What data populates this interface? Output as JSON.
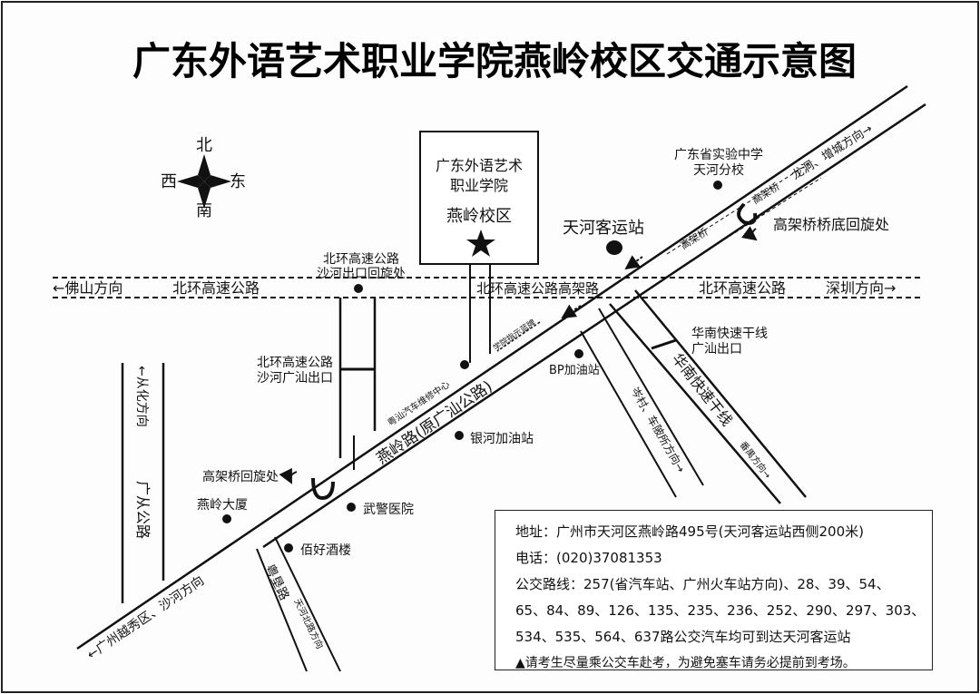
{
  "title": "广东外语艺术职业学院燕岭校区交通示意图",
  "compass": {
    "north": "北",
    "south": "南",
    "east": "东",
    "west": "西"
  },
  "campus": {
    "name_line1": "广东外语艺术",
    "name_line2": "职业学院",
    "campus_name": "燕岭校区"
  },
  "labels": {
    "foshan_dir": "←佛山方向",
    "beihuan_west": "北环高速公路",
    "beihuan_viaduct": "北环高速公路高架路",
    "beihuan_east": "北环高速公路",
    "shenzhen_dir": "深圳方向→",
    "shahe_uturn_1": "北环高速公路",
    "shahe_uturn_2": "沙河出口回旋处",
    "shahe_exit_1": "北环高速公路",
    "shahe_exit_2": "沙河广汕出口",
    "conghua_dir": "←从化方向",
    "guangcong": "广从公路",
    "viaduct_uturn": "高架桥回旋处",
    "yanling_building": "燕岭大厦",
    "wujing": "武警医院",
    "baihao": "佰好酒楼",
    "yinhe": "银河加油站",
    "bp": "BP加油站",
    "yueshan_repair": "粤汕汽车维修中心",
    "school_sign": "学院指示蓝牌",
    "yanling_road": "燕岭路(原广汕公路)",
    "yueken": "粤垦路",
    "tianhe_north": "天河北路方向",
    "yuexiu_dir": "←广州越秀区、沙河方向",
    "cencun": "岑村、车陂所方向→",
    "huanan_exit_1": "华南快速干线",
    "huanan_exit_2": "广汕出口",
    "huanan_road": "华南快速干线",
    "panyu_dir": "番禺方向→",
    "tianhe_station": "天河客运站",
    "exp_school_1": "广东省实验中学",
    "exp_school_2": "天河分校",
    "gaojiaqiao_a": "高架桥",
    "gaojiaqiao_b": "高架桥",
    "longdong": "龙洞、增城方向→",
    "bridge_uturn": "高架桥桥底回旋处"
  },
  "info": {
    "address": "地址：广州市天河区燕岭路495号(天河客运站西侧200米)",
    "phone": "电话：(020)37081353",
    "bus_1": "公交路线：257(省汽车站、广州火车站方向)、28、39、54、",
    "bus_2": "65、84、89、126、135、235、236、252、290、297、303、",
    "bus_3": "534、535、564、637路公交汽车均可到达天河客运站",
    "notice": "▲请考生尽量乘公交车赴考，为避免塞车请务必提前到考场。"
  }
}
